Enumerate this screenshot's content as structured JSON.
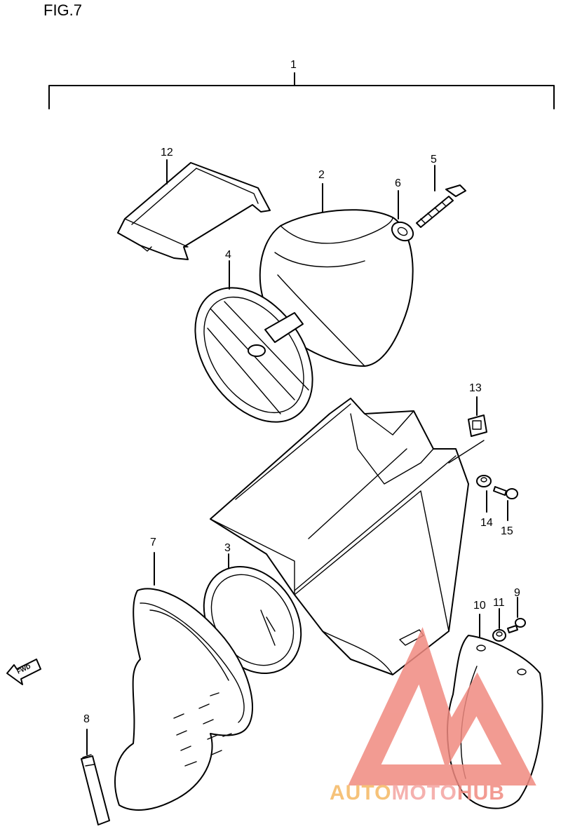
{
  "figure": {
    "title": "FIG.7",
    "fwd_label": "FWD"
  },
  "callouts": [
    {
      "id": "c1",
      "label": "1"
    },
    {
      "id": "c2",
      "label": "2"
    },
    {
      "id": "c3",
      "label": "3"
    },
    {
      "id": "c4",
      "label": "4"
    },
    {
      "id": "c5",
      "label": "5"
    },
    {
      "id": "c6",
      "label": "6"
    },
    {
      "id": "c7",
      "label": "7"
    },
    {
      "id": "c8",
      "label": "8"
    },
    {
      "id": "c9",
      "label": "9"
    },
    {
      "id": "c10",
      "label": "10"
    },
    {
      "id": "c11",
      "label": "11"
    },
    {
      "id": "c12",
      "label": "12"
    },
    {
      "id": "c13",
      "label": "13"
    },
    {
      "id": "c14",
      "label": "14"
    },
    {
      "id": "c15",
      "label": "15"
    }
  ],
  "watermark": {
    "part1": "AUTO",
    "part2": "MOTO",
    "part3": "HUB",
    "color1": "#f5b862",
    "color2": "#f4a4a0",
    "color3": "#f08a80"
  }
}
